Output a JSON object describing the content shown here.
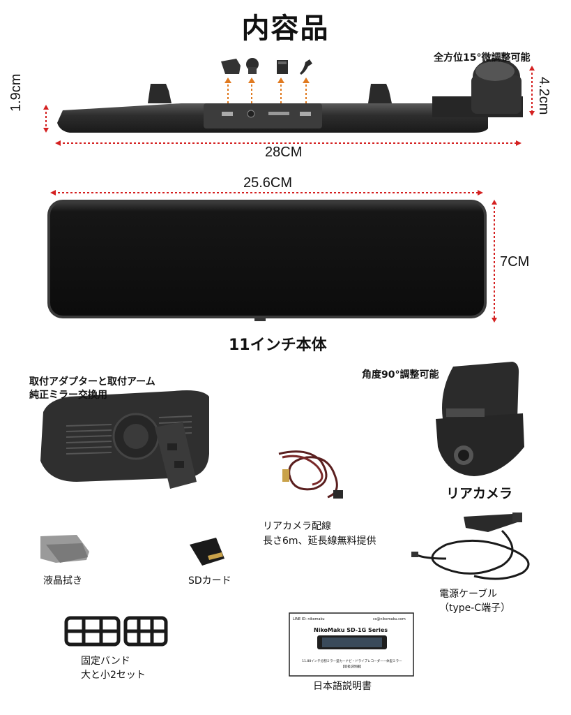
{
  "title": "内容品",
  "top_view": {
    "rotation_label": "全方位15°微調整可能",
    "height_label": "1.9cm",
    "depth_label": "4.2cm",
    "width_label": "28CM"
  },
  "front_view": {
    "width_label": "25.6CM",
    "height_label": "7CM",
    "caption": "11インチ本体"
  },
  "mount": {
    "caption_line1": "取付アダプターと取付アーム",
    "caption_line2": "純正ミラー交換用"
  },
  "rear_camera": {
    "angle_label": "角度90°調整可能",
    "caption": "リアカメラ"
  },
  "rear_cable": {
    "caption_line1": "リアカメラ配線",
    "caption_line2": "長さ6m、延長線無料提供"
  },
  "cloth": {
    "caption": "液晶拭き"
  },
  "sd_card": {
    "caption": "SDカード"
  },
  "power_cable": {
    "caption_line1": "電源ケーブル",
    "caption_line2": "（type-C端子）"
  },
  "bands": {
    "caption_line1": "固定バンド",
    "caption_line2": "大と小2セット"
  },
  "manual": {
    "caption": "日本語説明書",
    "header_left": "LINE ID: nikomaku",
    "header_right": "cs@nikomaku.com",
    "product": "NikoMaku SD-1G Series",
    "subtitle": "11.88インチ分割ミラー型カーナビ・ドライブレコーダー一体型ミラー",
    "subtitle2": "【取扱説明書】"
  },
  "colors": {
    "dimension_arrow": "#d42020",
    "accessory_arrow": "#e07a20",
    "device_body": "#2a2a2a"
  }
}
